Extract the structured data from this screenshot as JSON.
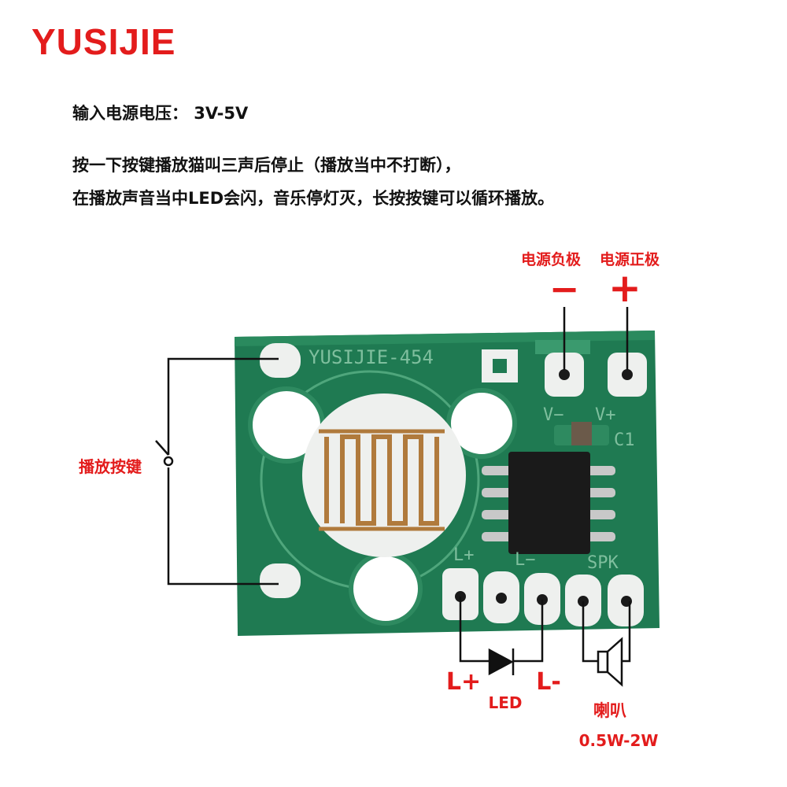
{
  "brand": "YUSIJIE",
  "description": {
    "line1": "输入电源电压： 3V-5V",
    "line2": "按一下按键播放猫叫三声后停止（播放当中不打断），",
    "line3": "在播放声音当中LED会闪，音乐停灯灭，长按按键可以循环播放。"
  },
  "labels": {
    "neg_pole": "电源负极",
    "pos_pole": "电源正极",
    "neg_symbol": "−",
    "pos_symbol": "+",
    "play_button": "播放按键",
    "l_plus": "L+",
    "l_minus": "L-",
    "led": "LED",
    "speaker": "喇叭",
    "speaker_power": "0.5W-2W"
  },
  "board": {
    "model": "YUSIJIE-454",
    "silk_vminus": "V−",
    "silk_vplus": "V+",
    "silk_c1": "C1",
    "silk_lplus": "L+",
    "silk_lminus": "L−",
    "silk_spk": "SPK"
  },
  "colors": {
    "accent": "#e31c1c",
    "pcb": "#1f7a52",
    "pcb_light": "#2e8a60",
    "pad": "#eef0ee",
    "chip": "#1a1a1a"
  }
}
